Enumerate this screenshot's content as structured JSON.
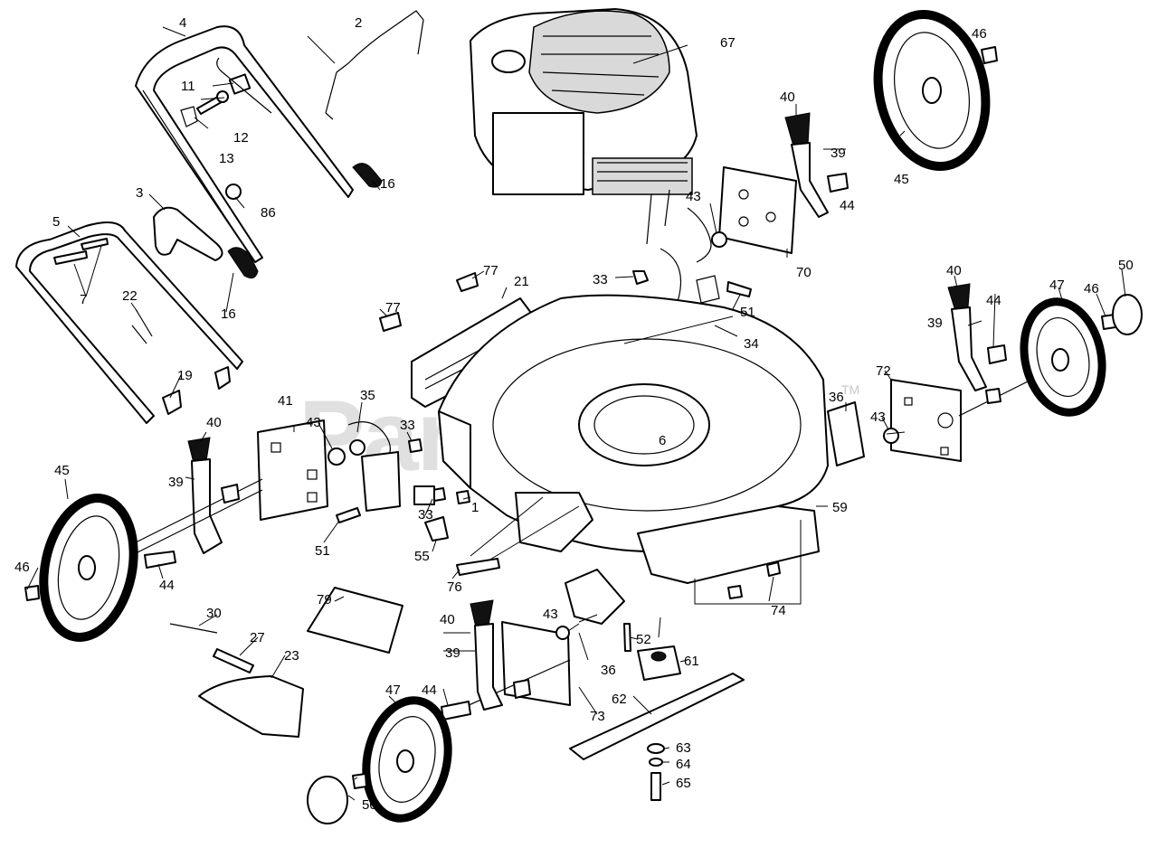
{
  "watermark": {
    "text": "PartsTree",
    "tm": "TM"
  },
  "callouts": [
    "1",
    "2",
    "3",
    "4",
    "5",
    "6",
    "7",
    "11",
    "12",
    "13",
    "16",
    "16",
    "19",
    "21",
    "22",
    "23",
    "27",
    "30",
    "33",
    "33",
    "33",
    "34",
    "35",
    "36",
    "36",
    "39",
    "39",
    "39",
    "39",
    "40",
    "40",
    "40",
    "40",
    "41",
    "43",
    "43",
    "43",
    "43",
    "44",
    "44",
    "44",
    "44",
    "45",
    "45",
    "46",
    "46",
    "46",
    "47",
    "47",
    "50",
    "50",
    "51",
    "51",
    "52",
    "55",
    "59",
    "61",
    "62",
    "63",
    "64",
    "65",
    "67",
    "70",
    "72",
    "73",
    "74",
    "76",
    "77",
    "77",
    "79",
    "86"
  ]
}
